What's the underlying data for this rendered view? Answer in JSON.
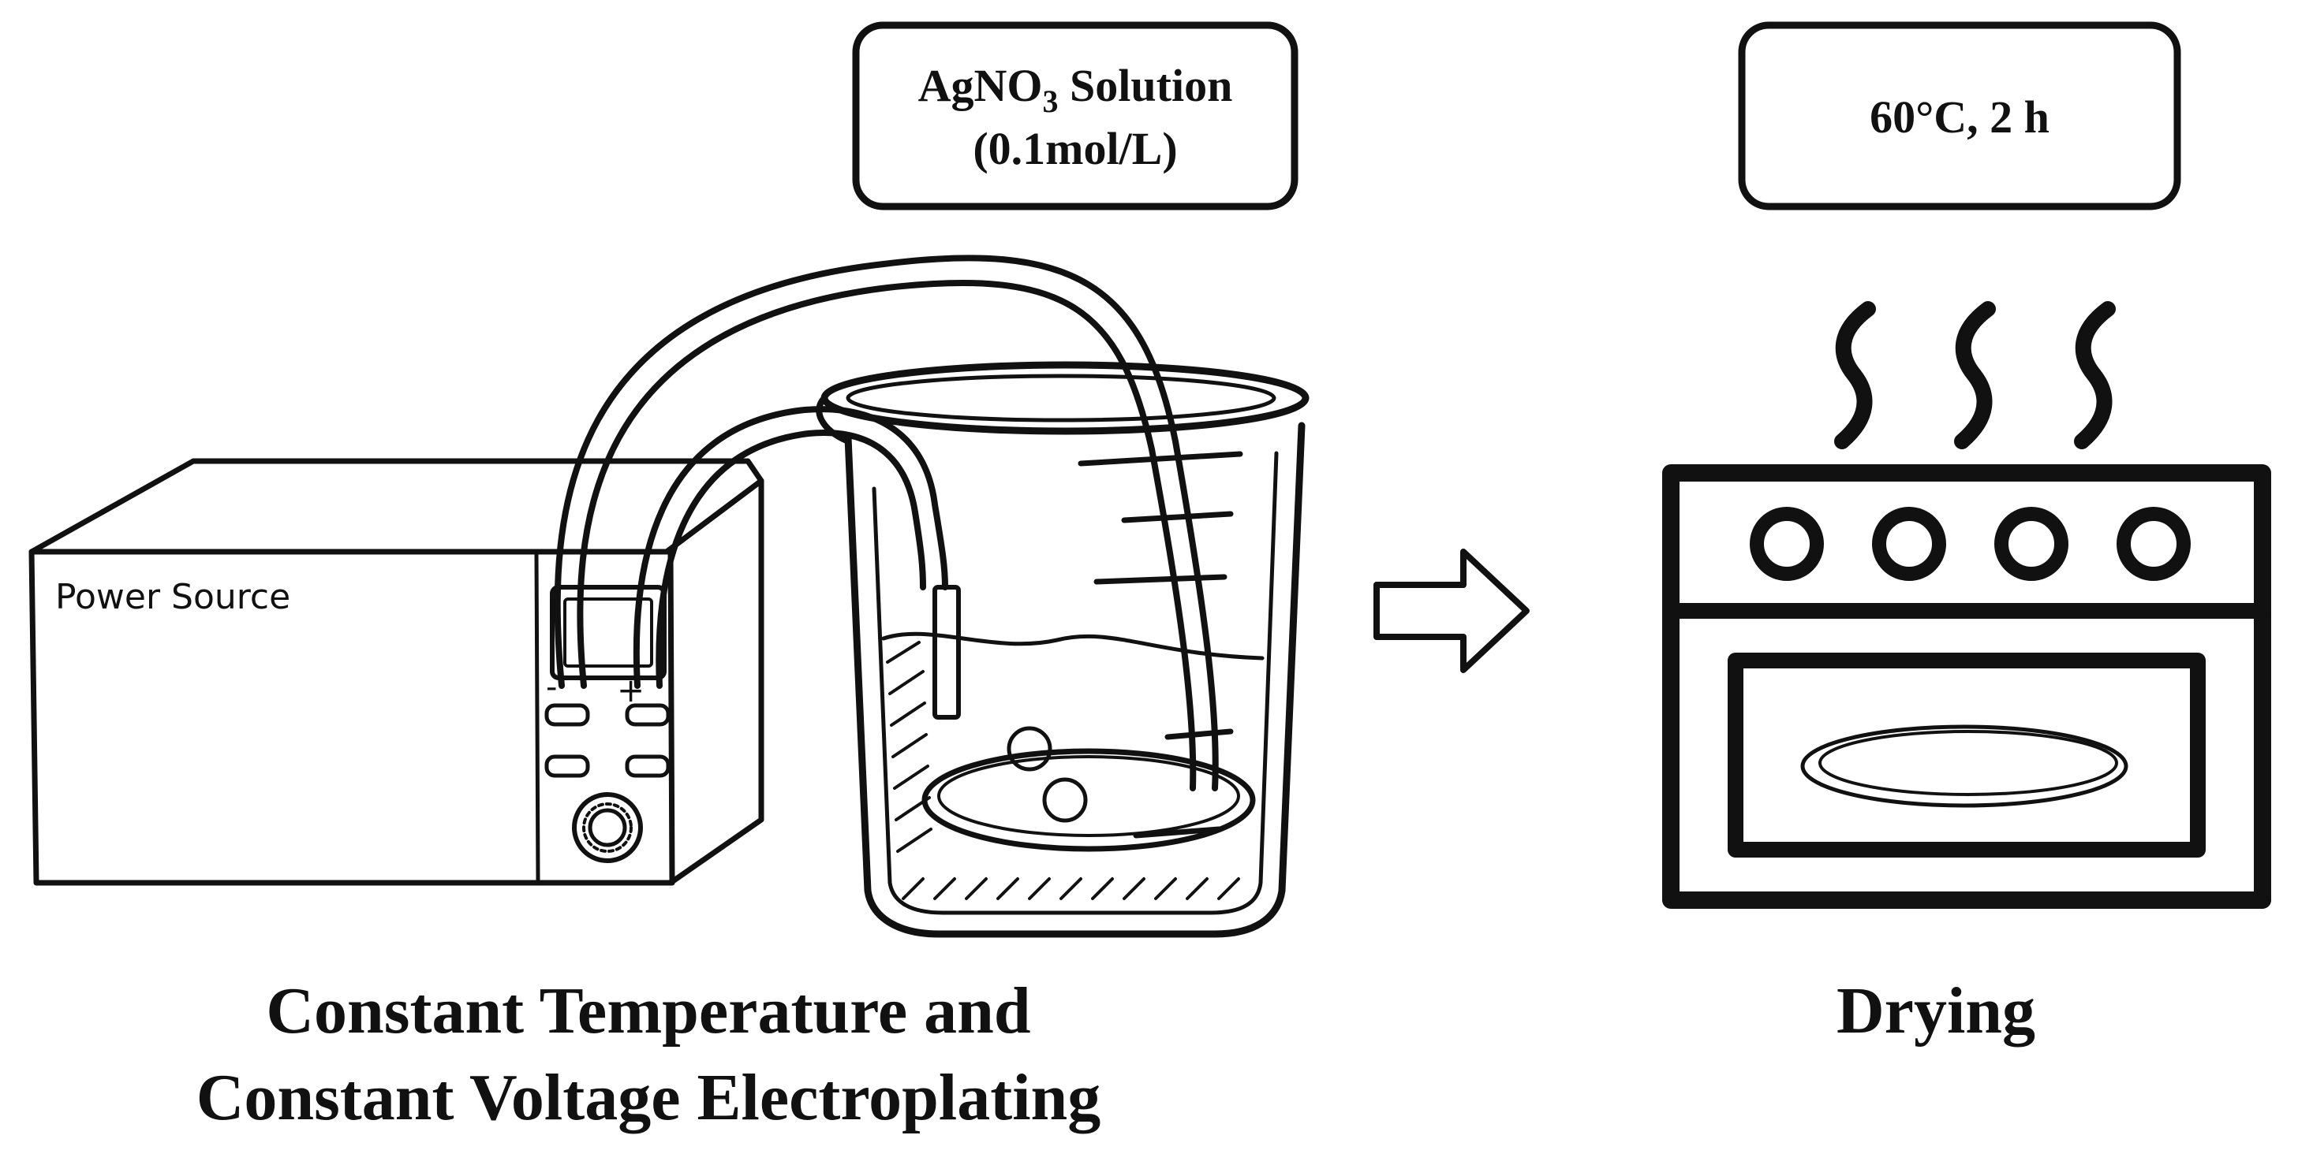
{
  "solution_box": {
    "line1_main": "AgNO",
    "line1_sub": "3",
    "line1_rest": " Solution",
    "line2": "(0.1mol/L)"
  },
  "drying_box": {
    "label": "60°C, 2 h"
  },
  "power_source": {
    "label": "Power Source",
    "minus": "-",
    "plus": "+"
  },
  "captions": {
    "electroplating_line1": "Constant Temperature and",
    "electroplating_line2": "Constant Voltage Electroplating",
    "drying": "Drying"
  },
  "colors": {
    "ink": "#111111",
    "background": "#ffffff"
  }
}
